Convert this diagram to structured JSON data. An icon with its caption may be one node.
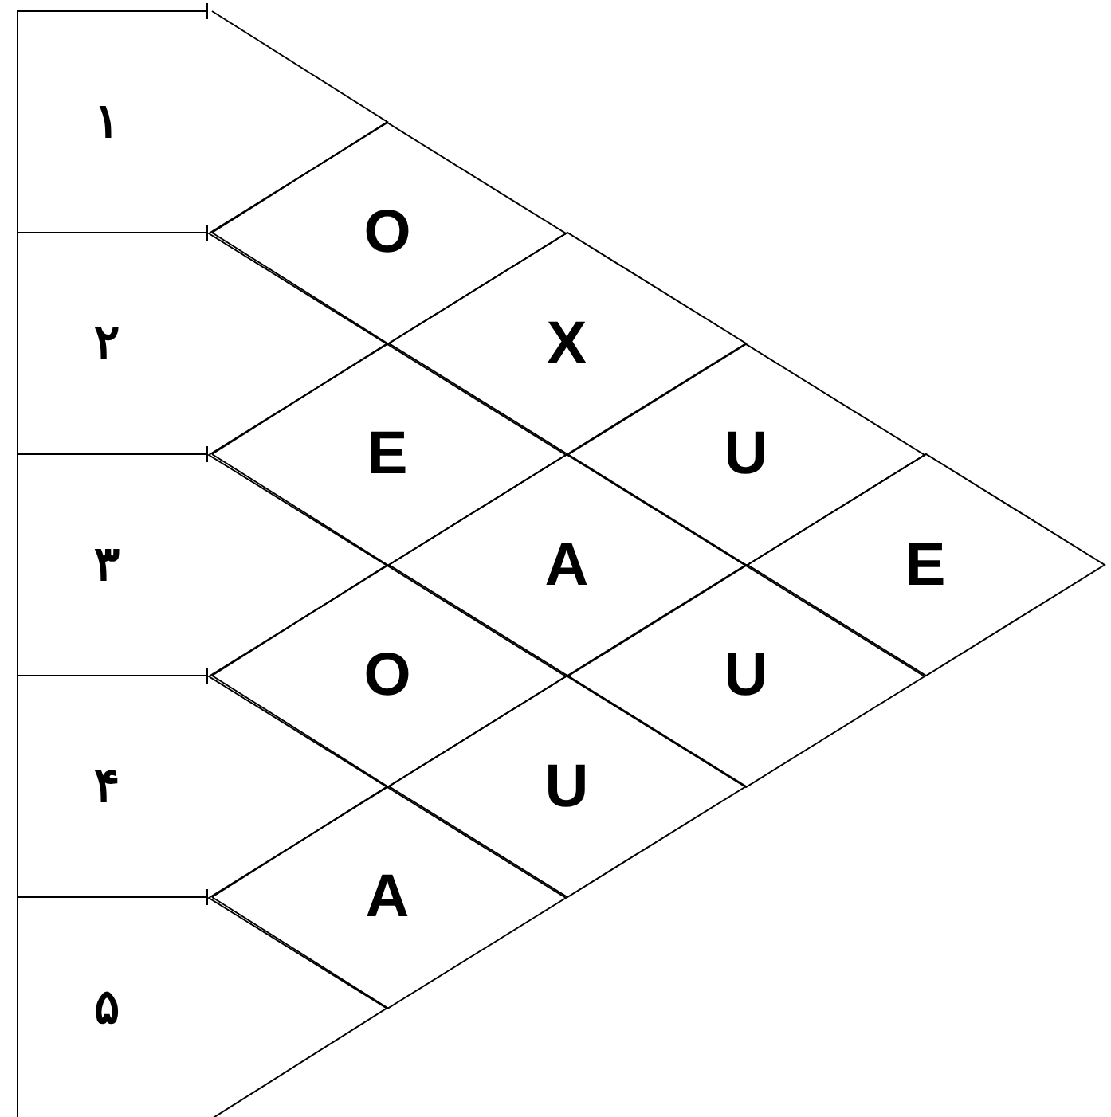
{
  "diagram": {
    "nodes": [
      {
        "text": [
          "۱"
        ]
      },
      {
        "text": [
          "O"
        ]
      },
      {
        "text": [
          "۲"
        ]
      },
      {
        "text": [
          "X"
        ]
      },
      {
        "text": [
          "E"
        ]
      },
      {
        "text": [
          "U"
        ]
      },
      {
        "text": [
          "۳"
        ]
      },
      {
        "text": [
          "A"
        ]
      },
      {
        "text": [
          "E"
        ]
      },
      {
        "text": [
          "O"
        ]
      },
      {
        "text": [
          "U"
        ]
      },
      {
        "text": [
          "۴"
        ]
      },
      {
        "text": [
          "U"
        ]
      },
      {
        "text": [
          "A"
        ]
      },
      {
        "text": [
          "۵"
        ]
      }
    ]
  }
}
